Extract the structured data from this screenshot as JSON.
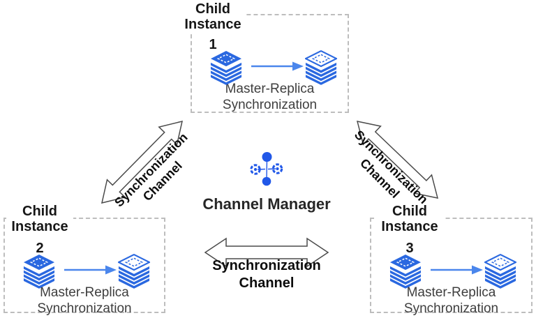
{
  "colors": {
    "icon_blue": "#2a68e0",
    "manager_blue": "#2158e8",
    "arrow_blue": "#4a86ec",
    "outline_gray": "#4a4a4a",
    "border_gray": "#bdbdbd"
  },
  "instances": [
    {
      "label_line1": "Child",
      "label_line2": "Instance",
      "number": "1",
      "caption_line1": "Master-Replica",
      "caption_line2": "Synchronization"
    },
    {
      "label_line1": "Child",
      "label_line2": "Instance",
      "number": "2",
      "caption_line1": "Master-Replica",
      "caption_line2": "Synchronization"
    },
    {
      "label_line1": "Child",
      "label_line2": "Instance",
      "number": "3",
      "caption_line1": "Master-Replica",
      "caption_line2": "Synchronization"
    }
  ],
  "manager": {
    "label": "Channel Manager"
  },
  "channels": {
    "left": {
      "line1": "Synchronization",
      "line2": "Channel"
    },
    "right": {
      "line1": "Synchronization",
      "line2": "Channel"
    },
    "bottom": {
      "line1": "Synchronization",
      "line2": "Channel"
    }
  },
  "icons": {
    "master": "redis-stack-master-icon",
    "replica": "redis-stack-replica-icon",
    "manager": "channel-manager-icon",
    "sync_arrow": "right-arrow-icon",
    "channel_arrow": "double-headed-arrow"
  }
}
